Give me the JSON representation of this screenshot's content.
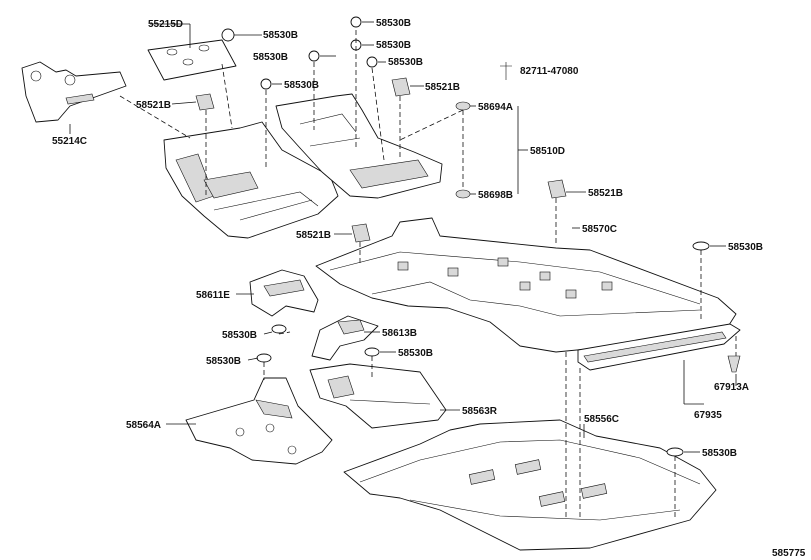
{
  "diagram": {
    "colors": {
      "line": "#111111",
      "shade": "#d9d9d9",
      "background": "#ffffff"
    },
    "labels": {
      "p55215D": "55215D",
      "p55214C": "55214C",
      "p58530B_a": "58530B",
      "p58530B_b": "58530B",
      "p58530B_c": "58530B",
      "p58530B_d": "58530B",
      "p58530B_e": "58530B",
      "p58530B_f": "58530B",
      "p58530B_g": "58530B",
      "p58530B_h": "58530B",
      "p58530B_i": "58530B",
      "p58530B_j": "58530B",
      "p58521B_a": "58521B",
      "p58521B_b": "58521B",
      "p58521B_c": "58521B",
      "p58521B_d": "58521B",
      "p82711": "82711-47080",
      "p58694A": "58694A",
      "p58510D": "58510D",
      "p58698B": "58698B",
      "p58570C": "58570C",
      "p58611E": "58611E",
      "p58613B": "58613B",
      "p67913A": "67913A",
      "p67935": "67935",
      "p58564A": "58564A",
      "p58563R": "58563R",
      "p58556C": "58556C",
      "drawing_number": "585775"
    }
  }
}
